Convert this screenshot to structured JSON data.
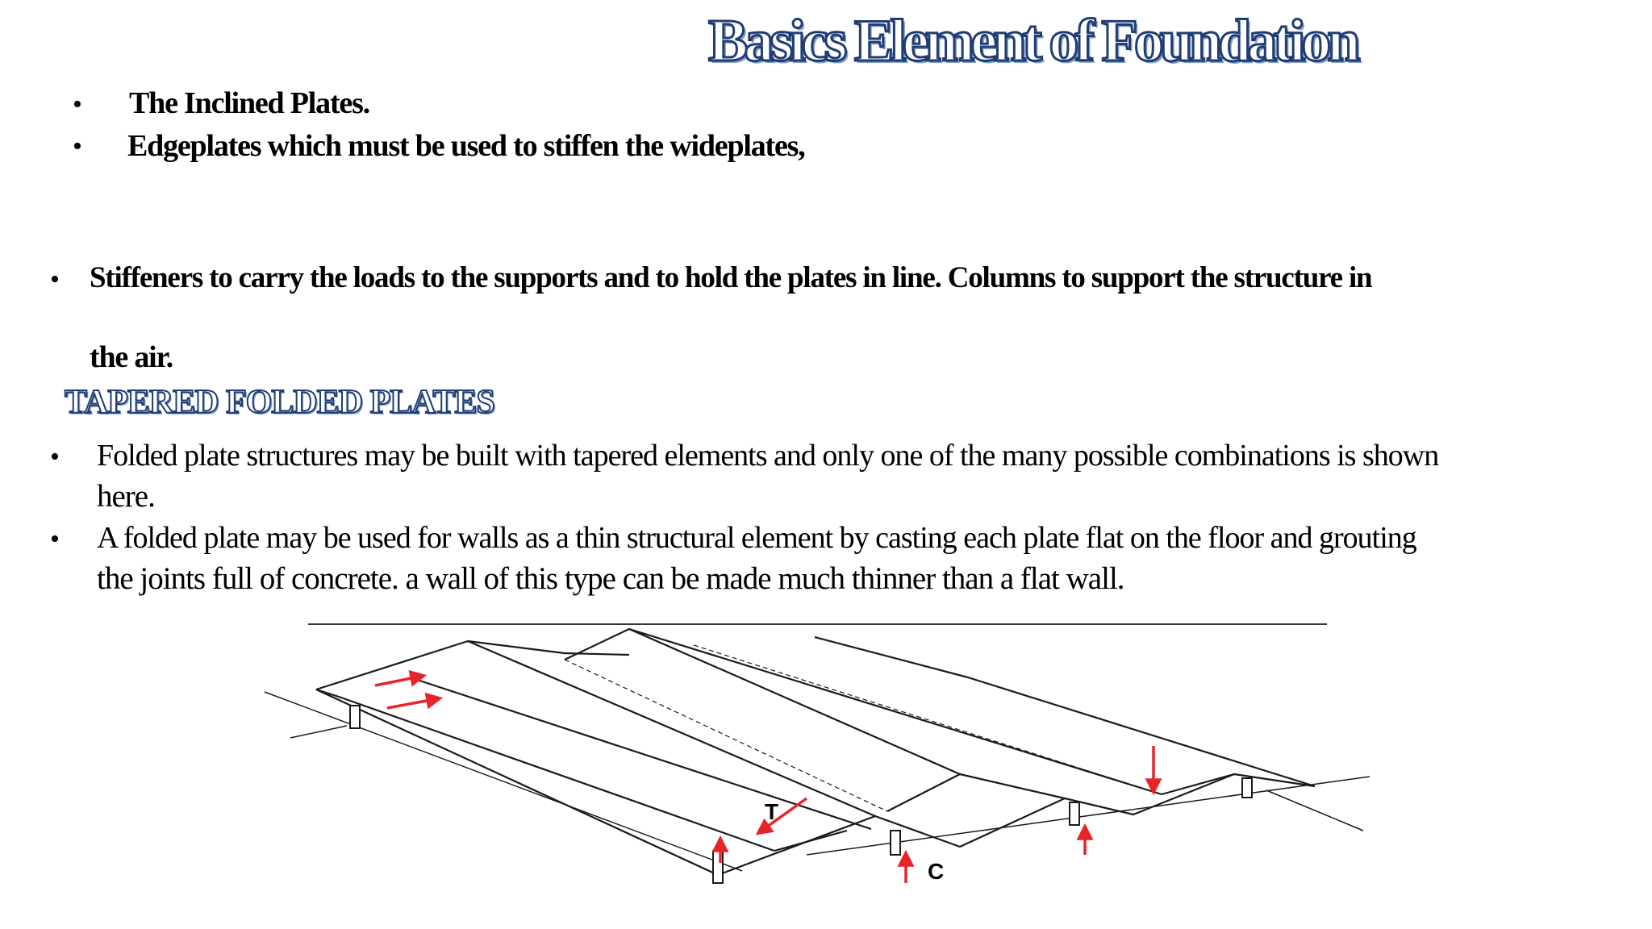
{
  "slide": {
    "title": "Basics Element of Foundation",
    "bullets_top": [
      "The Inclined Plates.",
      "Edgeplates which must be used to stiffen the wideplates,"
    ],
    "bullet_stiffeners": {
      "line1": "Stiffeners to carry the loads to the supports and to hold the plates in line.   Columns to support the structure in",
      "line2": "the air."
    },
    "subheading": "TAPERED FOLDED PLATES",
    "bullets_bottom": [
      {
        "line1": "Folded plate structures may be built with tapered elements and only one of the many possible combinations is shown",
        "line2": "here."
      },
      {
        "line1": "A folded plate may be used for walls as a thin structural element by casting each plate flat on the floor and grouting",
        "line2": "the joints full of concrete. a wall of this type can be made much thinner than a flat wall."
      }
    ],
    "bullet_glyph": "•"
  },
  "figure": {
    "label_tension": "T",
    "label_compression": "C",
    "arrow_color": "#e8242b",
    "line_color": "#1a1a1a"
  }
}
